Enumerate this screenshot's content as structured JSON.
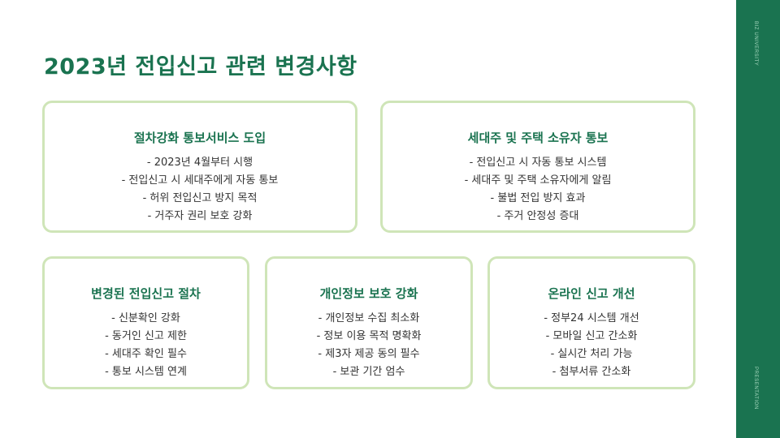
{
  "slide": {
    "title": "2023년 전입신고 관련 변경사항",
    "brand_label": "BIZ UNIVERSITY",
    "footer_label": "PRESENTATION",
    "colors": {
      "accent": "#1a7350",
      "card_border": "#cfe5b8",
      "text": "#333333"
    }
  },
  "cards": [
    {
      "title": "절차강화 통보서비스 도입",
      "lines": [
        "- 2023년 4월부터 시행",
        "- 전입신고 시 세대주에게 자동 통보",
        "- 허위 전입신고 방지 목적",
        "- 거주자 권리 보호 강화"
      ]
    },
    {
      "title": "세대주 및 주택 소유자 통보",
      "lines": [
        "- 전입신고 시 자동 통보 시스템",
        "- 세대주 및 주택 소유자에게 알림",
        "- 불법 전입 방지 효과",
        "- 주거 안정성 증대"
      ]
    },
    {
      "title": "변경된 전입신고 절차",
      "lines": [
        "- 신분확인 강화",
        "- 동거인 신고 제한",
        "- 세대주 확인 필수",
        "- 통보 시스템 연계"
      ]
    },
    {
      "title": "개인정보 보호 강화",
      "lines": [
        "- 개인정보 수집 최소화",
        "- 정보 이용 목적 명확화",
        "- 제3자 제공 동의 필수",
        "- 보관 기간 엄수"
      ]
    },
    {
      "title": "온라인 신고 개선",
      "lines": [
        "- 정부24 시스템 개선",
        "- 모바일 신고 간소화",
        "- 실시간 처리 가능",
        "- 첨부서류 간소화"
      ]
    }
  ]
}
